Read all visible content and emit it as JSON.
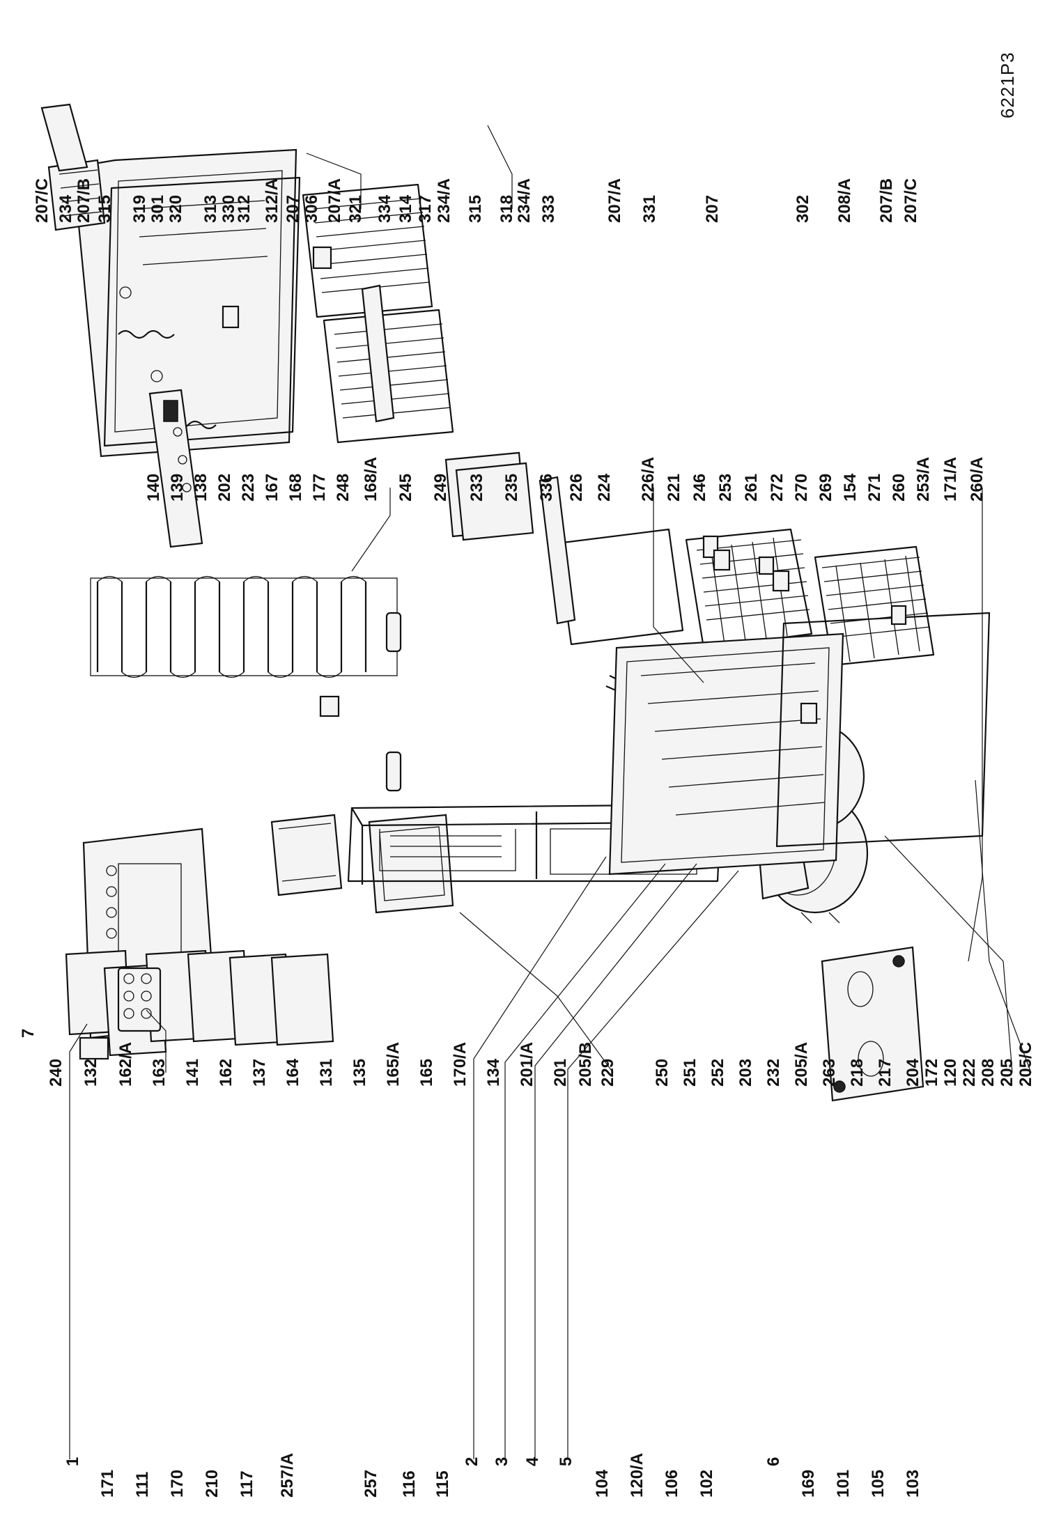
{
  "diagram": {
    "code": "6221P3",
    "groups": [
      {
        "id": "top-left-column",
        "labels": [
          "1",
          "171",
          "111",
          "170",
          "210",
          "117",
          "257/A",
          "257",
          "116",
          "115",
          "2",
          "3",
          "4",
          "5",
          "104",
          "120/A",
          "106",
          "102",
          "6",
          "169",
          "101",
          "105",
          "103"
        ]
      },
      {
        "id": "left-middle-column",
        "labels": [
          "7",
          "240",
          "132",
          "162/A",
          "163",
          "141",
          "162",
          "137",
          "164",
          "131",
          "135",
          "165/A",
          "165",
          "170/A",
          "134",
          "201/A",
          "201",
          "205/B",
          "229",
          "250",
          "251",
          "252",
          "203",
          "232",
          "205/A",
          "263",
          "218",
          "217",
          "204",
          "172",
          "120",
          "222",
          "208",
          "205",
          "205/C"
        ]
      },
      {
        "id": "right-middle-column",
        "labels": [
          "140",
          "139",
          "138",
          "202",
          "223",
          "167",
          "168",
          "177",
          "248",
          "168/A",
          "245",
          "249",
          "233",
          "235",
          "336",
          "226",
          "224",
          "226/A",
          "221",
          "246",
          "253",
          "261",
          "272",
          "270",
          "269",
          "154",
          "271",
          "260",
          "253/A",
          "171/A",
          "260/A"
        ]
      },
      {
        "id": "right-column",
        "labels": [
          "207/C",
          "234",
          "207/B",
          "315",
          "319",
          "301",
          "320",
          "313",
          "330",
          "312",
          "312/A",
          "207",
          "306",
          "207/A",
          "321",
          "334",
          "314",
          "317",
          "234/A",
          "315",
          "318",
          "234/A",
          "333",
          "207/A",
          "331",
          "207",
          "302",
          "208/A",
          "207/B",
          "207/C"
        ]
      }
    ]
  }
}
